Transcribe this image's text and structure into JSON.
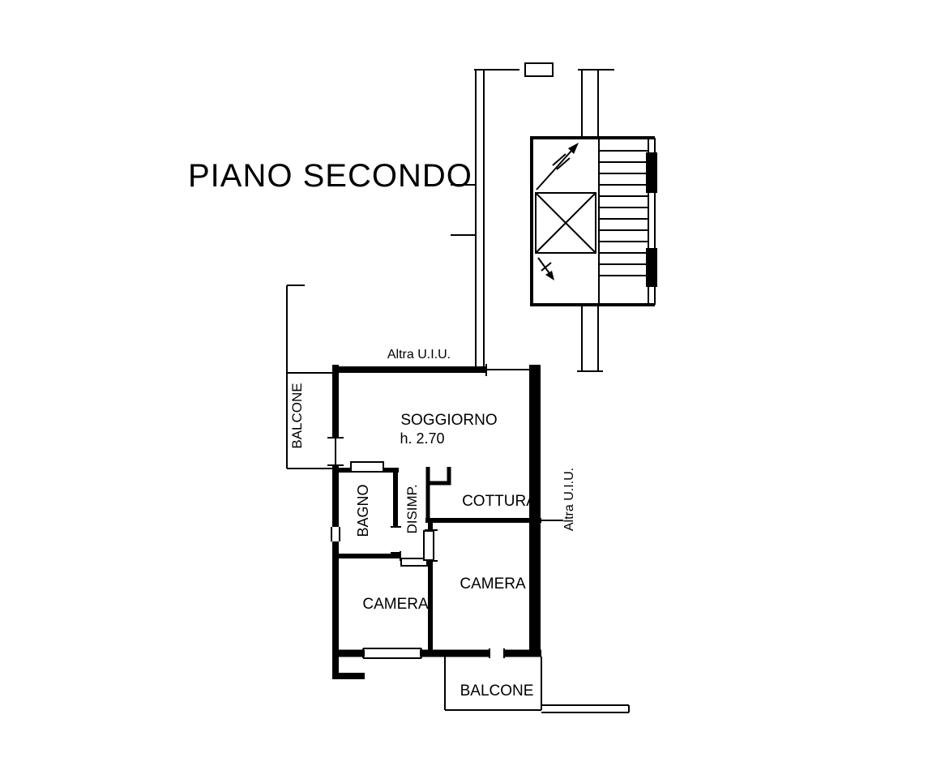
{
  "title": "PIANO SECONDO",
  "labels": {
    "altra_uiu_top": "Altra U.I.U.",
    "altra_uiu_right": "Altra U.I.U.",
    "balcone_left": "BALCONE",
    "balcone_bottom": "BALCONE",
    "soggiorno": "SOGGIORNO",
    "soggiorno_height": "h. 2.70",
    "bagno": "BAGNO",
    "disimp": "DISIMP.",
    "cottura": "COTTURA",
    "camera_left": "CAMERA",
    "camera_right": "CAMERA"
  },
  "colors": {
    "line": "#000000",
    "background": "#ffffff"
  }
}
